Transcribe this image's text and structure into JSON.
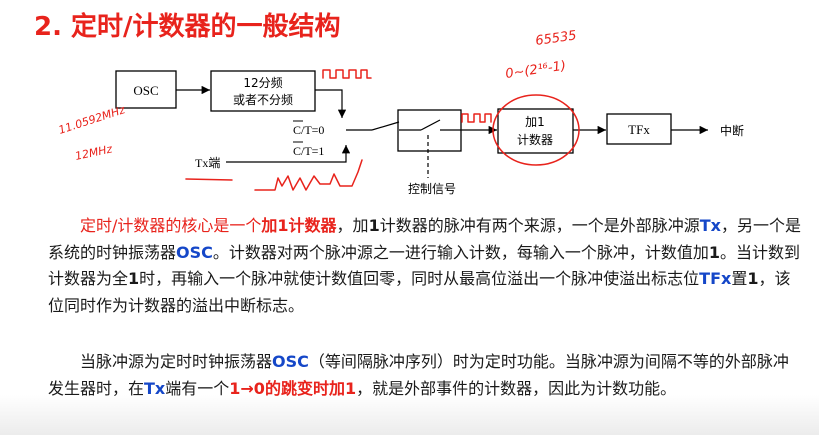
{
  "title": "2. 定时/计数器的一般结构",
  "diagram": {
    "osc": "OSC",
    "divider_line1": "12分频",
    "divider_line2": "或者不分频",
    "ct0": "C/T=0",
    "ct1": "C/T=1",
    "tx_pin": "Tx端",
    "control_signal": "控制信号",
    "counter_line1": "加1",
    "counter_line2": "计数器",
    "tfx": "TFx",
    "interrupt": "中断"
  },
  "handwriting": {
    "freq_line1": "11.0592MHz",
    "freq_line2": "12MHz",
    "count_max": "65535",
    "count_range": "0~(2¹⁶-1)"
  },
  "colors": {
    "title": "#e8231c",
    "highlight": "#1547c8",
    "ink": "#e8231c"
  },
  "para1": {
    "s1": "定时/计数器的核心是一个",
    "s2": "加1计数器",
    "s3": "，加",
    "s4": "1",
    "s5": "计数器的脉冲有两个来源，一个是外部脉冲源",
    "s6": "Tx",
    "s7": "，另一个是系统的时钟振荡器",
    "s8": "OSC",
    "s9": "。计数器对两个脉冲源之一进行输入计数，每输入一个脉冲，计数值加",
    "s10": "1",
    "s11": "。当计数到计数器为全",
    "s12": "1",
    "s13": "时，再输入一个脉冲就使计数值回零，同时从最高位溢出一个脉冲使溢出标志位",
    "s14": "TFx",
    "s15": "置",
    "s16": "1",
    "s17": "，该位同时作为计数器的溢出中断标志。"
  },
  "para2": {
    "s1": "当脉冲源为定时时钟振荡器",
    "s2": "OSC",
    "s3": "（等间隔脉冲序列）时为定时功能。当脉冲源为间隔不等的外部脉冲发生器时，在",
    "s4": "Tx",
    "s5": "端有一个",
    "s6": "1→0的跳变时加1",
    "s7": "，就是外部事件的计数器，因此为计数功能。"
  }
}
